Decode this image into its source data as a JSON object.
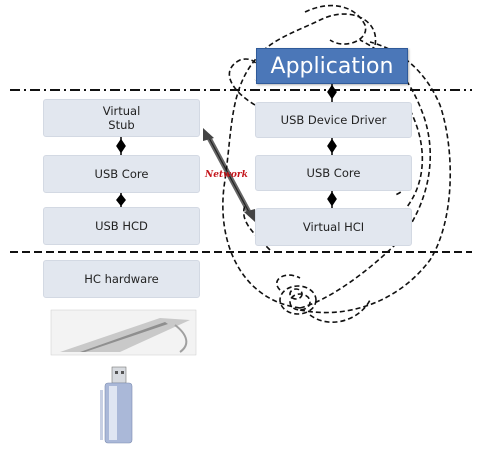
{
  "left_stack": {
    "virtual_stub": "Virtual\nStub",
    "usb_core": "USB Core",
    "usb_hcd": "USB HCD",
    "hc_hardware": "HC hardware"
  },
  "right_stack": {
    "application": "Application",
    "usb_device_driver": "USB Device Driver",
    "usb_core": "USB Core",
    "virtual_hci": "Virtual HCI"
  },
  "network_label": "Network",
  "colors": {
    "box_fill": "#e2e7ef",
    "application_fill": "#4b77b8",
    "network_text": "#c4161c"
  }
}
